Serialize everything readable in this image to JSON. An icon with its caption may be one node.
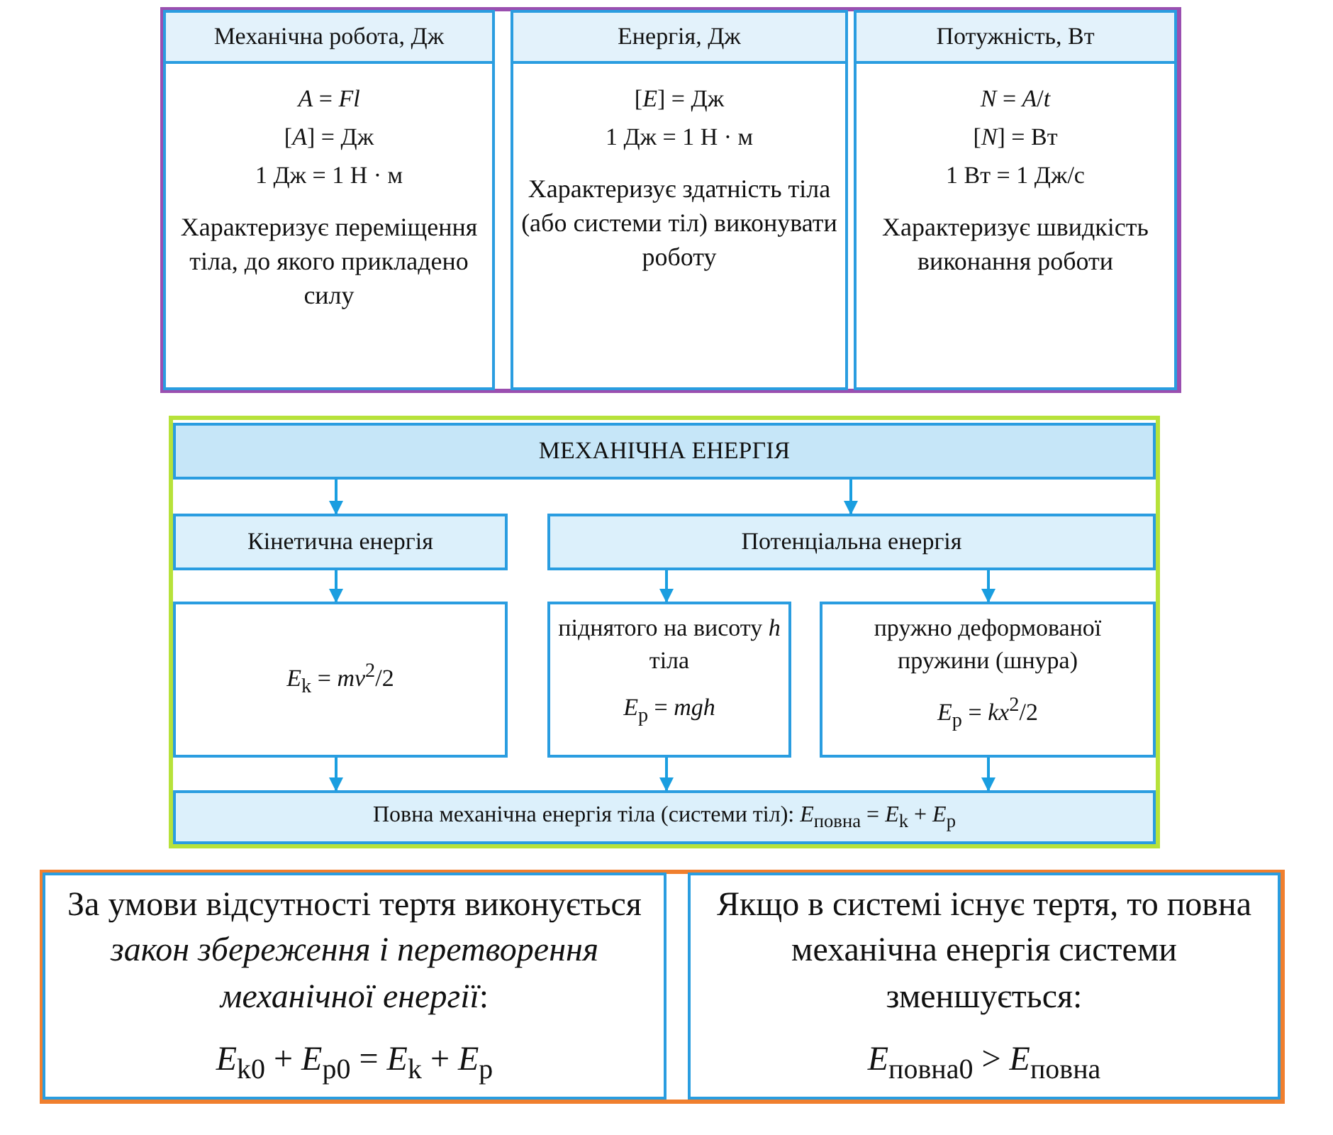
{
  "diagram": {
    "nodes": [
      {
        "text": [
          "Механічна робота, Дж",
          "*A* = *Fl*",
          "[*A*] = Дж",
          "1 Дж = 1 Н · м",
          "Характеризує переміщення тіла, до якого прикладено силу"
        ]
      },
      {
        "text": [
          "Енергія, Дж",
          "[*E*] = Дж",
          "1 Дж = 1 Н · м",
          "Характеризує здатність тіла (або системи тіл) виконувати роботу"
        ]
      },
      {
        "text": [
          "Потужність, Вт",
          "*N* = *A*/*t*",
          "[*N*] = Вт",
          "1 Вт = 1 Дж/с",
          "Характеризує швидкість виконання роботи"
        ]
      },
      {
        "text": [
          "МЕХАНІЧНА ЕНЕРГІЯ"
        ]
      },
      {
        "text": [
          "Кінетична енергія"
        ]
      },
      {
        "text": [
          "Потенціальна енергія"
        ]
      },
      {
        "text": [
          "*E*$_{k}$ = *mv*$^{2}$/2"
        ]
      },
      {
        "text": [
          "піднятого на висоту *h* тіла",
          "*E*$_{p}$ = *mgh*"
        ]
      },
      {
        "text": [
          "пружно деформованої пружини (шнура)",
          "*E*$_{p}$ = *kx*$^{2}$/2"
        ]
      },
      {
        "text": [
          "Повна механічна енергія тіла (системи тіл): *E*$_{повна}$ = *E*$_{k}$ + *E*$_{p}$"
        ]
      },
      {
        "text": [
          "За умови відсутності тертя виконується *закон збереження і перетворення механічної енергії*:",
          "*E*$_{k0}$ + *E*$_{p0}$ = *E*$_{k}$ + *E*$_{p}$"
        ]
      },
      {
        "text": [
          "Якщо в системі існує тертя, то повна механічна енергія системи зменшується:",
          "*E*$_{повна0}$ > *E*$_{повна}$"
        ]
      }
    ],
    "edges": [
      {
        "from": 3,
        "to": 4,
        "arrow": "to"
      },
      {
        "from": 3,
        "to": 5,
        "arrow": "to"
      },
      {
        "from": 4,
        "to": 6,
        "arrow": "to"
      },
      {
        "from": 5,
        "to": 7,
        "arrow": "to"
      },
      {
        "from": 5,
        "to": 8,
        "arrow": "to"
      },
      {
        "from": 6,
        "to": 9,
        "arrow": "to"
      },
      {
        "from": 7,
        "to": 9,
        "arrow": "to"
      },
      {
        "from": 8,
        "to": 9,
        "arrow": "to"
      }
    ]
  }
}
